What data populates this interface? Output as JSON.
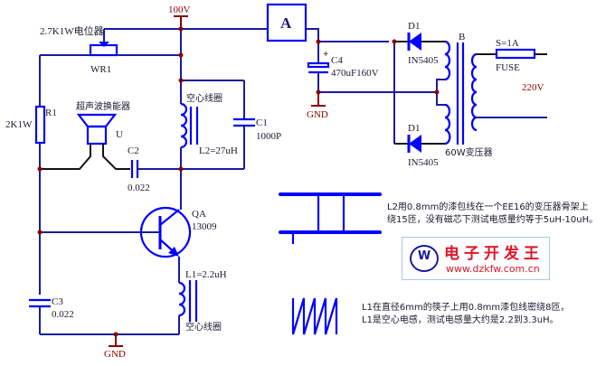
{
  "diagram": {
    "title_labels": {
      "supply_voltage": "100V",
      "gnd_bottom": "GND",
      "gnd_top": "GND",
      "ac_input": "220V"
    },
    "components": {
      "potentiometer": {
        "ref": "WR1",
        "value": "2.7K1W电位器"
      },
      "resistor": {
        "ref": "R1",
        "value": "2K1W"
      },
      "transducer": {
        "ref": "U",
        "name": "超声波换能器"
      },
      "c2": {
        "ref": "C2",
        "value": "0.022"
      },
      "c1": {
        "ref": "C1",
        "value": "1000P"
      },
      "l2": {
        "name": "空心线圈",
        "value": "L2=27uH"
      },
      "transistor": {
        "ref": "QA",
        "value": "13009"
      },
      "l1": {
        "name": "空心线圈",
        "value": "L1=2.2uH"
      },
      "c3": {
        "ref": "C3",
        "value": "0.022"
      },
      "ammeter": {
        "symbol": "A"
      },
      "c4": {
        "ref": "C4",
        "value": "470uF160V",
        "polarity": "+"
      },
      "diode_top": {
        "ref": "D1",
        "value": "IN5405"
      },
      "diode_bottom": {
        "ref": "D1",
        "value": "IN5405"
      },
      "transformer": {
        "ref": "B",
        "value": "60W变压器"
      },
      "fuse": {
        "rating": "S=1A",
        "name": "FUSE"
      }
    },
    "notes": {
      "l2_line1": "L2用0.8mm的漆包线在一个EE16的变压器骨架上",
      "l2_line2": "绕15匝，没有磁芯下测试电感量约等于5uH-10uH。",
      "l1_line1": "L1在直径6mm的筷子上用0.8mm漆包线密绕8匝，",
      "l1_line2": "L1是空心电感，测试电感量大约是2.2到3.3uH。"
    },
    "logo": {
      "mark": "W",
      "title": "电子开发王",
      "url": "www.dzkfw.com.cn"
    }
  }
}
